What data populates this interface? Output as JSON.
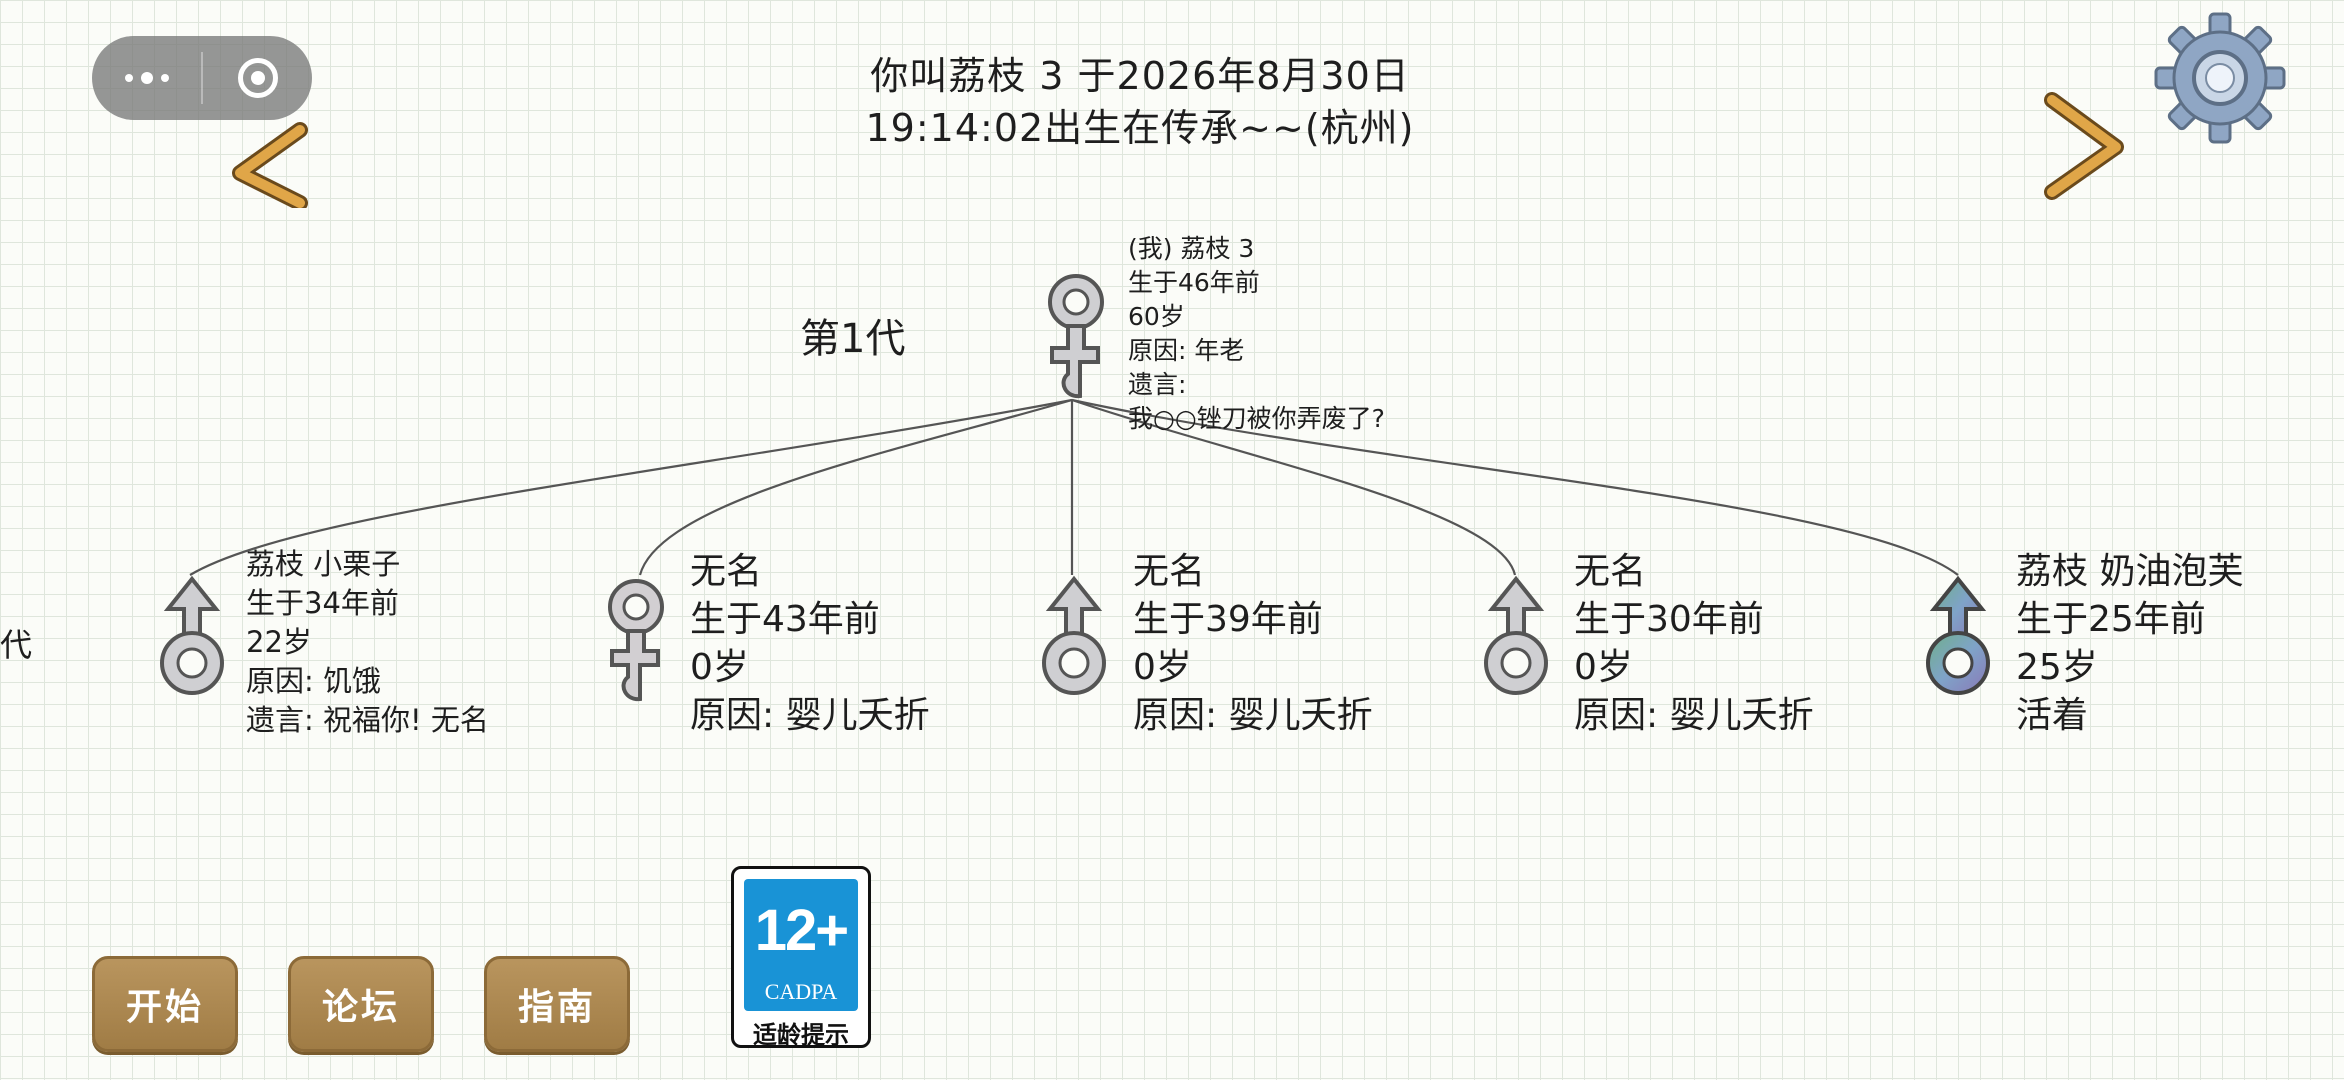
{
  "header": {
    "birth_line1": "你叫荔枝 3 于2026年8月30日",
    "birth_line2": "19:14:02出生在传承~~(杭州)"
  },
  "generation": {
    "label": "第1代",
    "edge_label": "代"
  },
  "me": {
    "line1": "(我) 荔枝 3",
    "line2": "生于46年前",
    "line3": "60岁",
    "line4": "原因: 年老",
    "line5": "遗言:",
    "line6": "我○○锉刀被你弄废了?",
    "gender": "female"
  },
  "children": [
    {
      "name": "荔枝 小栗子",
      "born": "生于34年前",
      "age": "22岁",
      "reason": "原因: 饥饿",
      "last_words": "遗言: 祝福你! 无名",
      "gender": "male"
    },
    {
      "name": "无名",
      "born": "生于43年前",
      "age": "0岁",
      "reason": "原因: 婴儿夭折",
      "gender": "female"
    },
    {
      "name": "无名",
      "born": "生于39年前",
      "age": "0岁",
      "reason": "原因: 婴儿夭折",
      "gender": "male"
    },
    {
      "name": "无名",
      "born": "生于30年前",
      "age": "0岁",
      "reason": "原因: 婴儿夭折",
      "gender": "male"
    },
    {
      "name": "荔枝 奶油泡芙",
      "born": "生于25年前",
      "age": "25岁",
      "status": "活着",
      "gender": "male",
      "alive": true
    }
  ],
  "buttons": {
    "start": "开始",
    "forum": "论坛",
    "guide": "指南"
  },
  "age_badge": {
    "rating": "12+",
    "org": "CADPA",
    "caption": "适龄提示"
  },
  "icons": {
    "settings": "gear-icon",
    "prev": "chevron-left-icon",
    "next": "chevron-right-icon",
    "menu": "more-dots-icon",
    "close": "target-circle-icon"
  },
  "colors": {
    "button": "#a98650",
    "arrow": "#e0a648",
    "badge": "#1993d6",
    "alive_symbol": "#7fa3c8"
  }
}
